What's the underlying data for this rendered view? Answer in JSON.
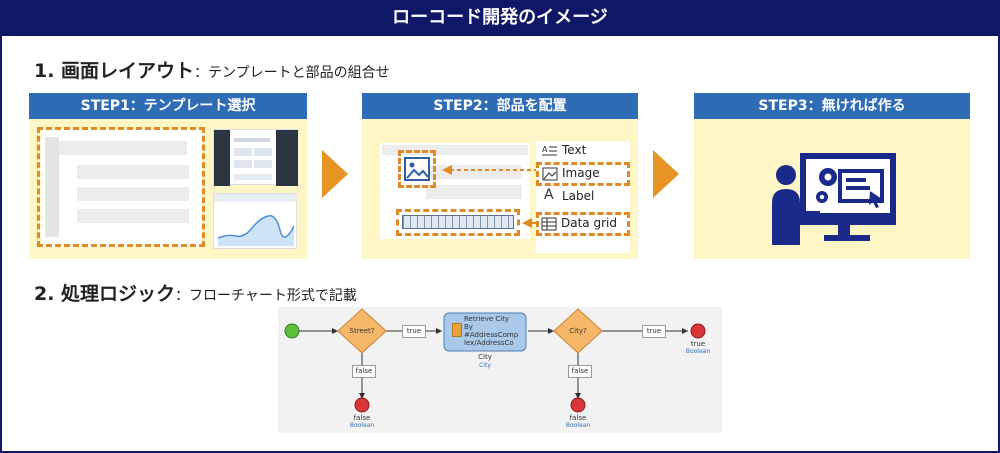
{
  "banner": {
    "title": "ローコード開発のイメージ"
  },
  "section1": {
    "title": "1. 画面レイアウト",
    "subtitle": "：テンプレートと部品の組合せ"
  },
  "section2": {
    "title": "2. 処理ロジック",
    "subtitle": "：フローチャート形式で記載"
  },
  "steps": [
    {
      "label": "STEP1：テンプレート選択"
    },
    {
      "label": "STEP2：部品を配置"
    },
    {
      "label": "STEP3：無ければ作る"
    }
  ],
  "parts": [
    "Text",
    "Image",
    "Label",
    "Data grid"
  ],
  "flowchart": {
    "decision1": "Street?",
    "decision2": "City?",
    "process_lines": [
      "Retrieve City",
      "By",
      "#AddressComp",
      "lex/AddressCo"
    ],
    "process_out_name": "City",
    "process_out_type": "City",
    "true_label_1": "true",
    "true_label_2": "true",
    "false_label_1": "false",
    "false_label_2": "false",
    "end_right_name": "true",
    "end_right_type": "Boolean",
    "end_down1_name": "false",
    "end_down1_type": "Boolean",
    "end_down2_name": "false",
    "end_down2_type": "Boolean"
  },
  "colors": {
    "banner": "#0f1866",
    "step_header": "#2e6cb6",
    "step_body": "#fef6c5",
    "accent_orange": "#e79424",
    "icon_navy": "#1a2a8a"
  }
}
